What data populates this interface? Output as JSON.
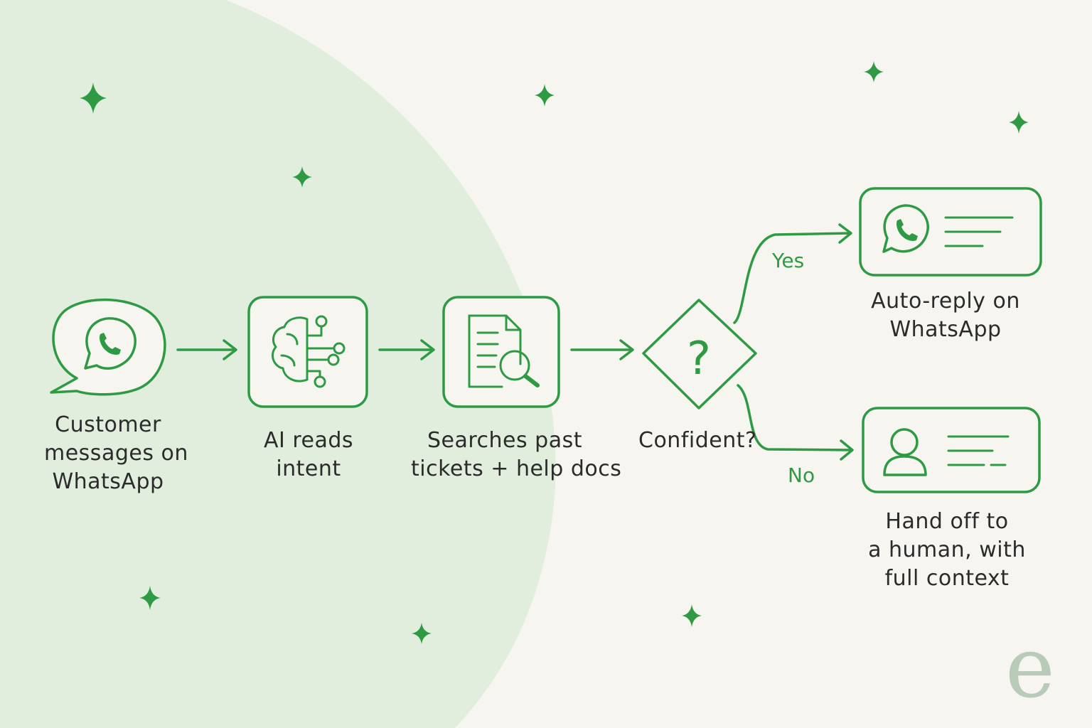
{
  "colors": {
    "accent": "#2e9a44",
    "background": "#f6f5f0",
    "blob": "#e1eedd",
    "text": "#2b2b2b",
    "logo": "#b8cbb8"
  },
  "steps": [
    {
      "icon": "whatsapp-icon",
      "lines": [
        "Customer",
        "messages on",
        "WhatsApp"
      ]
    },
    {
      "icon": "brain-circuit-icon",
      "lines": [
        "AI reads",
        "intent"
      ]
    },
    {
      "icon": "document-search-icon",
      "lines": [
        "Searches past",
        "tickets + help docs"
      ]
    }
  ],
  "decision": {
    "icon": "question-icon",
    "symbol": "?",
    "label": "Confident?"
  },
  "branches": {
    "yes": {
      "label": "Yes",
      "icon": "whatsapp-icon",
      "lines": [
        "Auto-reply on",
        "WhatsApp"
      ]
    },
    "no": {
      "label": "No",
      "icon": "person-icon",
      "lines": [
        "Hand off to",
        "a human, with",
        "full context"
      ]
    }
  },
  "logo": {
    "letter": "e"
  }
}
